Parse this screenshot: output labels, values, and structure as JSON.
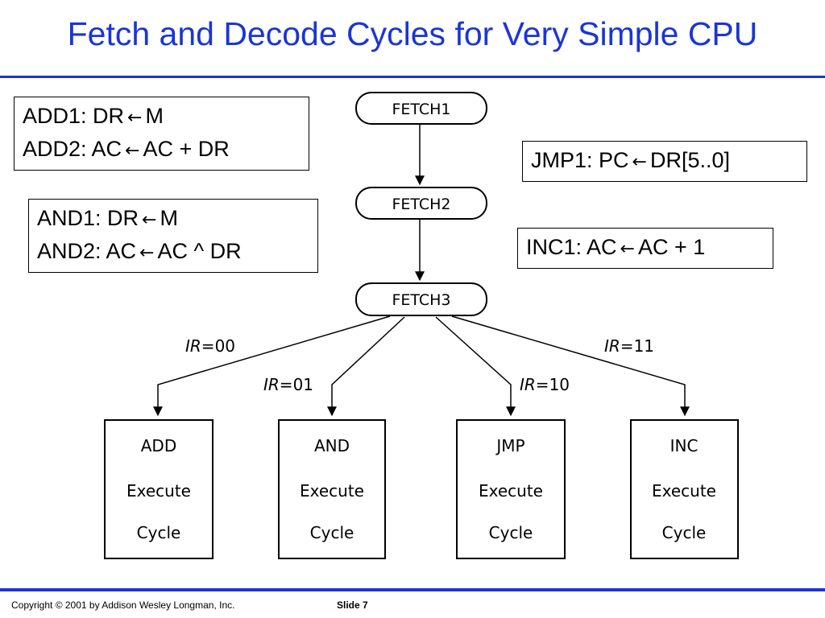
{
  "slide": {
    "title": "Fetch and Decode Cycles for Very Simple CPU"
  },
  "rtl_boxes": {
    "add": {
      "line1": {
        "lhs": "ADD1: DR",
        "rhs": "M"
      },
      "line2": {
        "lhs": "ADD2: AC",
        "rhs": "AC + DR"
      }
    },
    "and": {
      "line1": {
        "lhs": "AND1: DR",
        "rhs": "M"
      },
      "line2": {
        "lhs": "AND2: AC",
        "rhs": "AC ^ DR"
      }
    },
    "jmp": {
      "line1": {
        "lhs": "JMP1: PC",
        "rhs": "DR[5..0]"
      }
    },
    "inc": {
      "line1": {
        "lhs": "INC1: AC",
        "rhs": "AC + 1"
      }
    },
    "arrow_symbol": "←"
  },
  "states": {
    "fetch1": "FETCH1",
    "fetch2": "FETCH2",
    "fetch3": "FETCH3"
  },
  "branches": {
    "ir_var": "IR",
    "eq": "=",
    "b00": "00",
    "b01": "01",
    "b10": "10",
    "b11": "11"
  },
  "execute_boxes": {
    "add": {
      "op": "ADD",
      "line2": "Execute",
      "line3": "Cycle"
    },
    "and": {
      "op": "AND",
      "line2": "Execute",
      "line3": "Cycle"
    },
    "jmp": {
      "op": "JMP",
      "line2": "Execute",
      "line3": "Cycle"
    },
    "inc": {
      "op": "INC",
      "line2": "Execute",
      "line3": "Cycle"
    }
  },
  "footer": {
    "copyright": "Copyright © 2001 by Addison Wesley Longman, Inc.",
    "slide_number": "Slide 7"
  },
  "colors": {
    "title": "#1a35d6",
    "rule": "#1a35d6",
    "stroke": "#000000"
  }
}
